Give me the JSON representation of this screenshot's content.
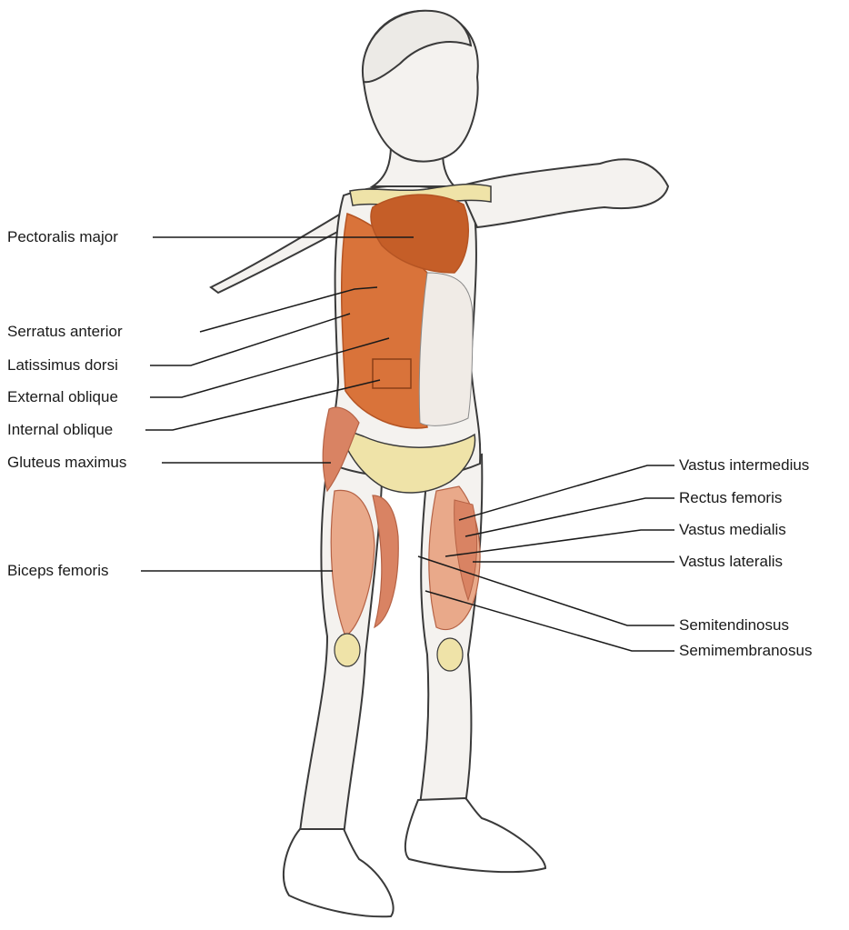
{
  "diagram": {
    "left_labels": [
      "Pectoralis major",
      "Serratus anterior",
      "Latissimus dorsi",
      "External oblique",
      "Internal oblique",
      "Gluteus maximus",
      "Biceps femoris"
    ],
    "right_labels": [
      "Vastus intermedius",
      "Rectus femoris",
      "Vastus medialis",
      "Vastus lateralis",
      "Semitendinosus",
      "Semimembranosus"
    ],
    "colors": {
      "skin": "#f4f2ef",
      "outline": "#3a3a3a",
      "trunk_muscle": "#d9733a",
      "trunk_muscle_dark": "#c55e28",
      "leg_muscle": "#e9a98a",
      "leg_muscle_dark": "#d98363",
      "bone": "#efe3a8",
      "leader_line": "#1a1a1a"
    }
  }
}
